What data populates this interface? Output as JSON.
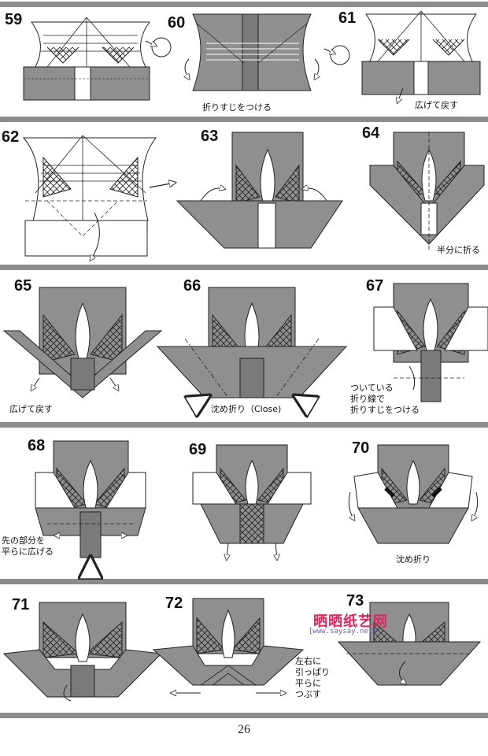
{
  "colors": {
    "paper_gray": "#8f8f8f",
    "paper_dark": "#7a7a7a",
    "paper_white": "#ffffff",
    "band": "#8c8c8c",
    "line": "#222222",
    "watermark_red": "#e0245e",
    "watermark_blue": "#6a5acd"
  },
  "steps": [
    {
      "number": "59",
      "caption": ""
    },
    {
      "number": "60",
      "caption": "折りすじをつける"
    },
    {
      "number": "61",
      "caption": "広げて戻す"
    },
    {
      "number": "62",
      "caption": ""
    },
    {
      "number": "63",
      "caption": ""
    },
    {
      "number": "64",
      "caption": "半分に折る"
    },
    {
      "number": "65",
      "caption": "広げて戻す"
    },
    {
      "number": "66",
      "caption": "沈め折り（Close)"
    },
    {
      "number": "67",
      "caption": "ついている\n折り線で\n折りすじをつける"
    },
    {
      "number": "68",
      "caption": "先の部分を\n平らに広げる"
    },
    {
      "number": "69",
      "caption": ""
    },
    {
      "number": "70",
      "caption": "沈め折り"
    },
    {
      "number": "71",
      "caption": ""
    },
    {
      "number": "72",
      "caption": "左右に\n引っぱり\n平らに\nつぶす"
    },
    {
      "number": "73",
      "caption": ""
    }
  ],
  "watermark": {
    "text": "晒晒纸艺网",
    "url": "[www.saysay.net]"
  },
  "page_number": "26"
}
